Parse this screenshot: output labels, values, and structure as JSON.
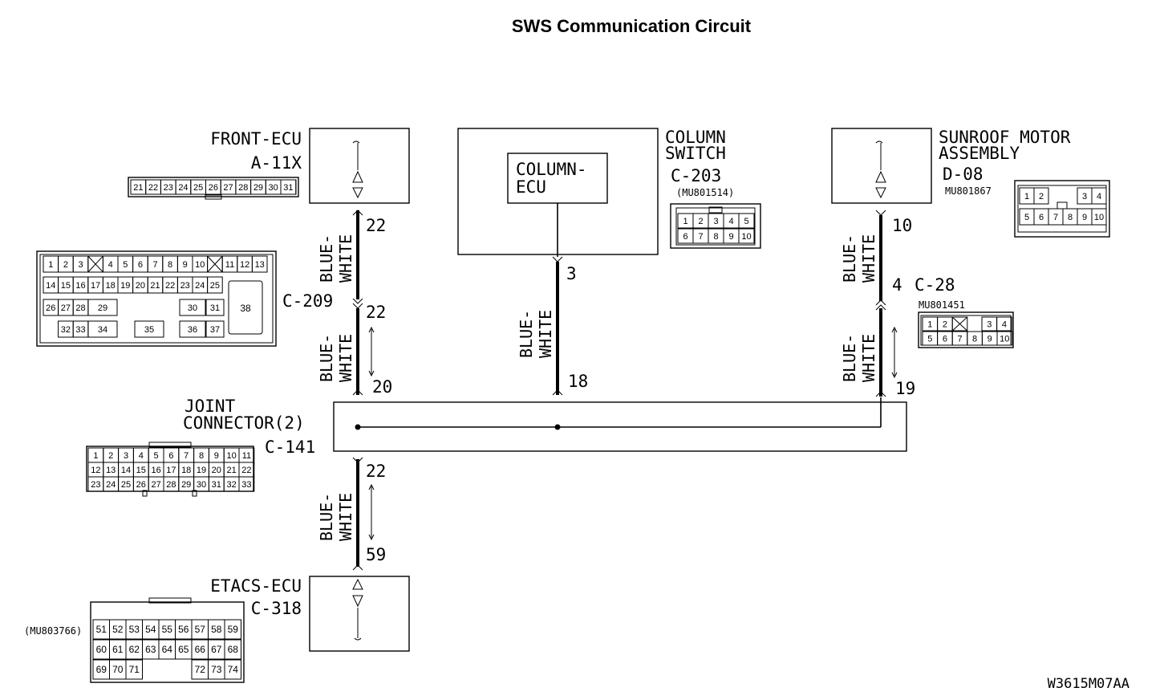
{
  "title": "SWS Communication Circuit",
  "figure_code": "W3615M07AA",
  "wire_color_line1": "BLUE-",
  "wire_color_line2": "WHITE",
  "components": {
    "front_ecu": {
      "name": "FRONT-ECU",
      "connector": "A-11X",
      "pins": [
        "21",
        "22",
        "23",
        "24",
        "25",
        "26",
        "27",
        "28",
        "29",
        "30",
        "31"
      ]
    },
    "column_switch": {
      "name_line1": "COLUMN",
      "name_line2": "SWITCH",
      "connector": "C-203",
      "part_no": "(MU801514)",
      "inner_line1": "COLUMN-",
      "inner_line2": "ECU",
      "pins_row1": [
        "1",
        "2",
        "3",
        "4",
        "5"
      ],
      "pins_row2": [
        "6",
        "7",
        "8",
        "9",
        "10"
      ]
    },
    "sunroof": {
      "name_line1": "SUNROOF MOTOR",
      "name_line2": "ASSEMBLY",
      "connector": "D-08",
      "part_no": "MU801867",
      "pins_row1": [
        "1",
        "2",
        "3",
        "4"
      ],
      "pins_row2": [
        "5",
        "6",
        "7",
        "8",
        "9",
        "10"
      ]
    },
    "c209": {
      "connector": "C-209",
      "row1": [
        "1",
        "2",
        "3",
        "4",
        "5",
        "6",
        "7",
        "8",
        "9",
        "10",
        "11",
        "12",
        "13"
      ],
      "row2": [
        "14",
        "15",
        "16",
        "17",
        "18",
        "19",
        "20",
        "21",
        "22",
        "23",
        "24",
        "25"
      ],
      "row3": [
        "26",
        "27",
        "28",
        "29",
        "30",
        "31"
      ],
      "row4": [
        "32",
        "33",
        "34",
        "35",
        "36",
        "37"
      ],
      "big": "38"
    },
    "c28": {
      "connector": "C-28",
      "part_no": "MU801451",
      "pin_label": "4",
      "row1": [
        "1",
        "2",
        "3",
        "4"
      ],
      "row2": [
        "5",
        "6",
        "7",
        "8",
        "9",
        "10"
      ]
    },
    "joint": {
      "name_line1": "JOINT",
      "name_line2": "CONNECTOR(2)",
      "connector": "C-141",
      "row1": [
        "1",
        "2",
        "3",
        "4",
        "5",
        "6",
        "7",
        "8",
        "9",
        "10",
        "11"
      ],
      "row2": [
        "12",
        "13",
        "14",
        "15",
        "16",
        "17",
        "18",
        "19",
        "20",
        "21",
        "22"
      ],
      "row3": [
        "23",
        "24",
        "25",
        "26",
        "27",
        "28",
        "29",
        "30",
        "31",
        "32",
        "33"
      ]
    },
    "etacs": {
      "name": "ETACS-ECU",
      "connector": "C-318",
      "part_no": "(MU803766)",
      "row1": [
        "51",
        "52",
        "53",
        "54",
        "55",
        "56",
        "57",
        "58",
        "59"
      ],
      "row2": [
        "60",
        "61",
        "62",
        "63",
        "64",
        "65",
        "66",
        "67",
        "68"
      ],
      "row3a": [
        "69",
        "70",
        "71"
      ],
      "row3b": [
        "72",
        "73",
        "74"
      ]
    }
  },
  "pin_numbers": {
    "front_ecu_out": "22",
    "c209_left": "22",
    "joint_in_left": "20",
    "column_out": "3",
    "joint_in_mid": "18",
    "sunroof_out": "10",
    "joint_in_right": "19",
    "joint_out": "22",
    "etacs_in": "59"
  }
}
